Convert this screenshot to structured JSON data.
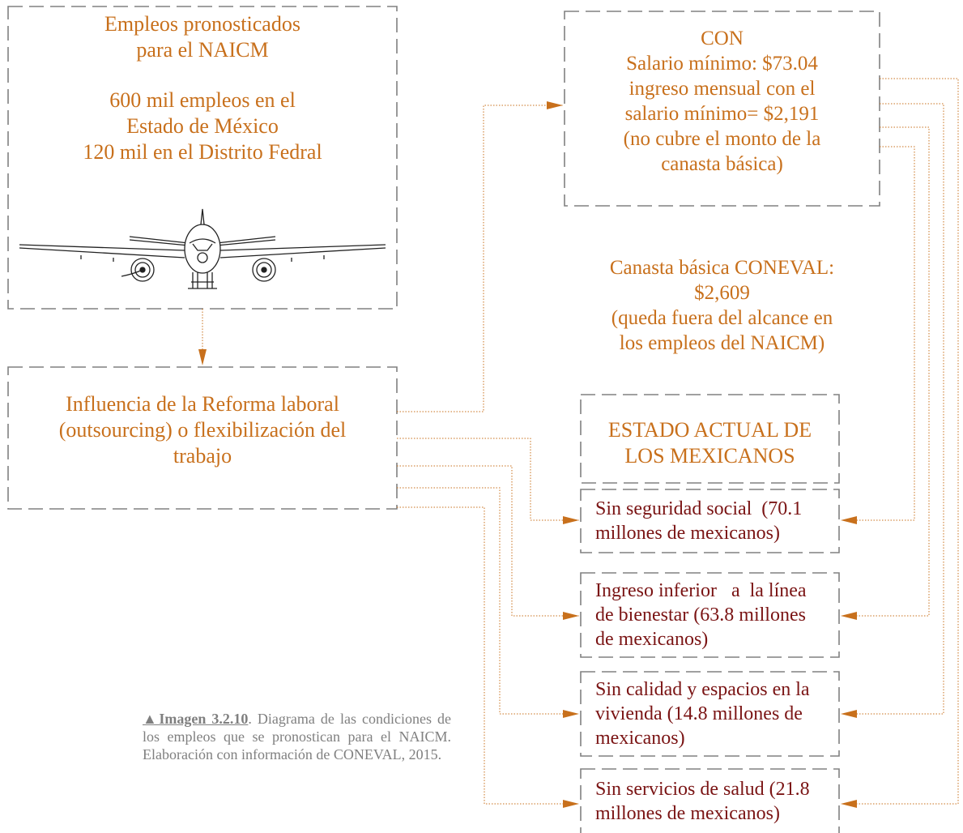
{
  "jobs_box": {
    "title_line1": "Empleos pronosticados",
    "title_line2": "para el NAICM",
    "line3": "600 mil empleos en el",
    "line4": "Estado de México",
    "line5": "120 mil en el Distrito Fedral",
    "icon": "airplane-front-icon"
  },
  "reform_box": {
    "line1": "Influencia de la Reforma laboral",
    "line2": "(outsourcing) o flexibilización del",
    "line3": "trabajo"
  },
  "con_box": {
    "line1": "CON",
    "line2": "Salario mínimo: $73.04",
    "line3": "ingreso mensual con el",
    "line4": "salario mínimo= $2,191",
    "line5": "(no cubre el monto de la",
    "line6": "canasta básica)"
  },
  "conasta": {
    "line1": "Canasta básica CONEVAL:",
    "line2": "$2,609",
    "line3": "(queda fuera del alcance en",
    "line4": "los empleos del NAICM)"
  },
  "estado_box": {
    "line1": "ESTADO ACTUAL DE",
    "line2": "LOS MEXICANOS"
  },
  "conditions": [
    {
      "line1": "Sin seguridad social  (70.1",
      "line2": "millones de mexicanos)"
    },
    {
      "line1": "Ingreso inferior   a  la línea",
      "line2": "de bienestar (63.8 millones",
      "line3": "de mexicanos)"
    },
    {
      "line1": "Sin calidad y espacios en la",
      "line2": "vivienda (14.8 millones de",
      "line3": "mexicanos)"
    },
    {
      "line1": "Sin servicios de salud (21.8",
      "line2": "millones de mexicanos)"
    }
  ],
  "caption": {
    "title": "▲Imagen 3.2.10",
    "text": ". Diagrama de las condiciones de los empleos que se pronostican para el NAICM. Elaboración con información de CONEVAL, 2015."
  },
  "colors": {
    "accent": "#c8701c",
    "text_dark_red": "#7a1414",
    "border_gray": "#808080",
    "caption_gray": "#808080"
  }
}
